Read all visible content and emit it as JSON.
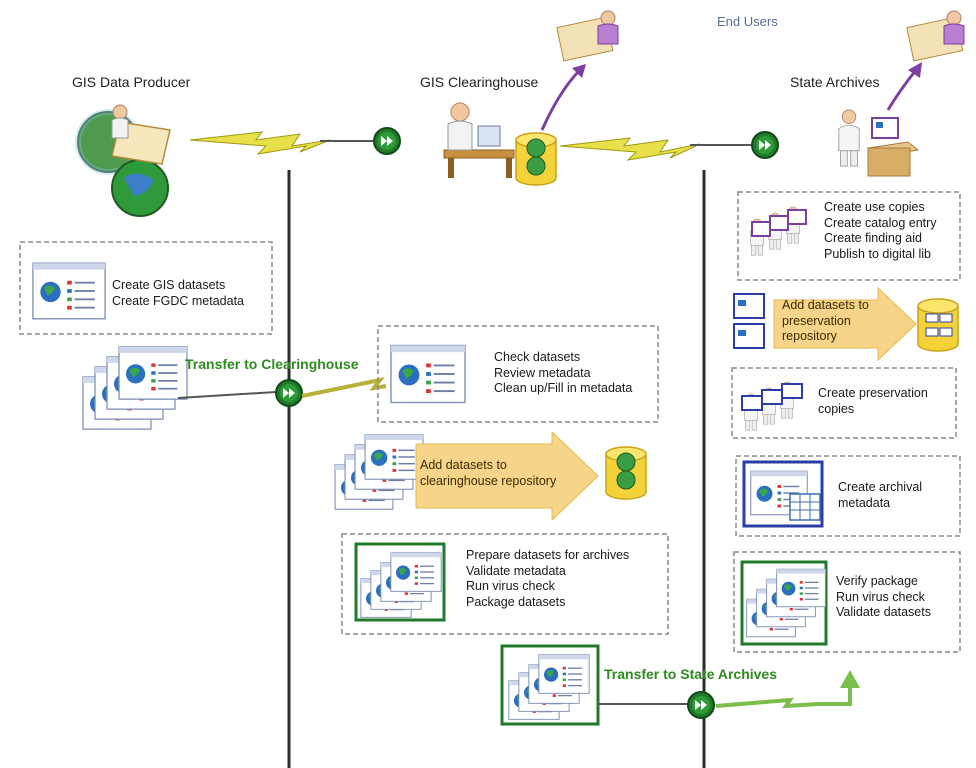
{
  "diagram": {
    "end_users": "End Users",
    "producer": {
      "title": "GIS Data Producer",
      "tasks": [
        "Create GIS datasets",
        "Create FGDC metadata"
      ]
    },
    "transfer_clearinghouse": "Transfer to Clearinghouse",
    "clearinghouse": {
      "title": "GIS Clearinghouse",
      "review_tasks": [
        "Check datasets",
        "Review metadata",
        "Clean up/Fill in metadata"
      ],
      "repository_tasks": [
        "Add datasets to",
        "clearinghouse repository"
      ],
      "prepare_tasks": [
        "Prepare datasets for archives",
        "Validate metadata",
        "Run virus check",
        "Package datasets"
      ]
    },
    "transfer_archives": "Transfer to State Archives",
    "archives": {
      "title": "State Archives",
      "access_tasks": [
        "Create use copies",
        "Create catalog entry",
        "Create finding aid",
        "Publish to digital lib"
      ],
      "repository_tasks": [
        "Add datasets to",
        "preservation",
        "repository"
      ],
      "preservation_tasks": [
        "Create preservation",
        "copies"
      ],
      "metadata_tasks": [
        "Create archival",
        "metadata"
      ],
      "verify_tasks": [
        "Verify package",
        "Run virus check",
        "Validate datasets"
      ]
    }
  },
  "colors": {
    "transfer_green": "#2e8b1f",
    "arrow_fill": "#f6d58b",
    "dash_border": "#8a8a8a",
    "node_green": "#1f7a2a",
    "purple": "#7b3fa0",
    "blue": "#2b3ea8",
    "lightning": "#e8e04a"
  }
}
